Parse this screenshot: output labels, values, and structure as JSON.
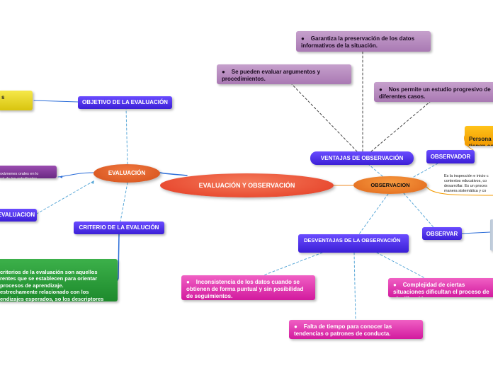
{
  "title": "EVALUACIÓN Y OBSERVACIÓN",
  "evaluacion": {
    "label": "EVALUACIÓN",
    "objetivo": "OBJETIVO DE LA EVALUACIÓN",
    "criterio": "CRITERIO DE LA EVALUCIÓN",
    "tipo_evaluacion": "EVALUACION",
    "yellow_fragment": "s",
    "purple_note": "exámenes orales en lo\nnal de los estudiantes.",
    "criterio_text": "criterios de la evaluación son aquellos\nrentes que se establecen para orientar\nprocesos de aprendizaje.\nestrechamente relacionado con los\nendizajes esperados, so  los descriptores\nlos cal lis evaluaremos."
  },
  "observacion": {
    "label": "OBSERVACION",
    "ventajas": "VENTAJAS DE OBSERVACIÓN",
    "desventajas": "DESVENTAJAS DE LA OBSERVACIÓN",
    "observador": "OBSERVADOR",
    "observar": "OBSERVAR",
    "observador_text": "Persona\ntienen co",
    "definicion": "Es la inspección e inicio c\ncontextos educativos, co\ndesarrollar. Es un proces\nmanera sistemática y co"
  },
  "ventajas_items": [
    "Garantiza la preservación de los datos informativos de la situación.",
    "Se pueden evaluar argumentos y procedimientos.",
    "Nos permite un estudio progresivo de diferentes casos."
  ],
  "desventajas_items": [
    "Inconsistencia de los datos cuando se obtienen de forma puntual y sin posibilidad de seguimientos.",
    "Complejidad de ciertas situaciones dificultan el proceso de clasificación.",
    "Falta de tiempo para conocer las tendencias o patrones de conducta."
  ],
  "colors": {
    "blue": "#3b1fd6",
    "orange_oval": "#e05a1e",
    "red_oval": "#e8452a",
    "mauve": "#b48bbd",
    "pink": "#e0309f",
    "yellow": "#e8d82a",
    "green": "#2a9a3a",
    "purple": "#7a3494",
    "dashed_link": "#5aa8d8"
  }
}
